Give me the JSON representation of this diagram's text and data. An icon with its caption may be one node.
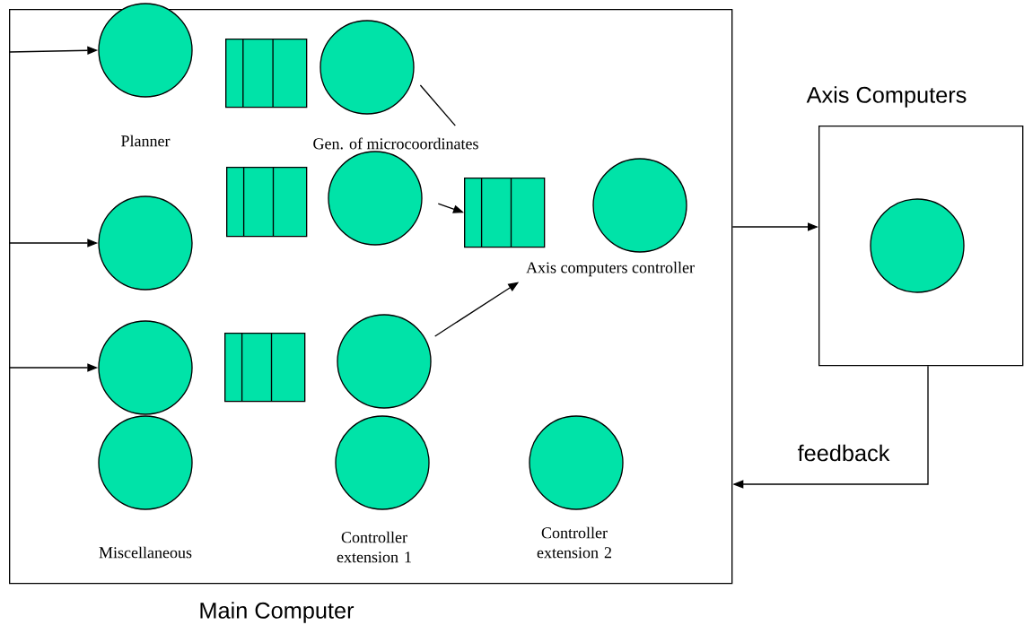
{
  "diagram": {
    "nodes": [
      {
        "text": [
          "Main Computer"
        ]
      },
      {
        "text": [
          "Axis Computers"
        ]
      },
      {
        "text": [
          "Planner"
        ],
        "in": 0
      },
      {
        "text": [],
        "shape": "box",
        "in": 0
      },
      {
        "text": [],
        "shape": "circle",
        "in": 0
      },
      {
        "text": [
          "Gen. of microcoordinates"
        ],
        "in": 0
      },
      {
        "text": [],
        "shape": "circle",
        "in": 0
      },
      {
        "text": [],
        "shape": "box",
        "in": 0
      },
      {
        "text": [],
        "shape": "circle",
        "in": 0
      },
      {
        "text": [],
        "shape": "box",
        "in": 0
      },
      {
        "text": [],
        "shape": "circle",
        "in": 0
      },
      {
        "text": [
          "Axis computers controller"
        ],
        "in": 0
      },
      {
        "text": [],
        "shape": "circle",
        "in": 0
      },
      {
        "text": [],
        "shape": "box",
        "in": 0
      },
      {
        "text": [],
        "shape": "circle",
        "in": 0
      },
      {
        "text": [
          "Miscellaneous"
        ],
        "in": 0
      },
      {
        "text": [
          "Controller extension 1"
        ],
        "in": 0
      },
      {
        "text": [
          "Controller extension 2"
        ],
        "in": 0
      },
      {
        "text": [],
        "shape": "circle",
        "in": 1
      }
    ],
    "edges": [
      {
        "from": null,
        "to": 2,
        "arrow": "to"
      },
      {
        "from": null,
        "to": 6,
        "arrow": "to"
      },
      {
        "from": null,
        "to": 12,
        "arrow": "to"
      },
      {
        "from": 4,
        "to": 5,
        "arrow": "none"
      },
      {
        "from": 8,
        "to": 9,
        "arrow": "to"
      },
      {
        "from": 14,
        "to": 11,
        "arrow": "to"
      },
      {
        "from": 0,
        "to": 1,
        "arrow": "to"
      },
      {
        "from": 1,
        "to": 0,
        "arrow": "to",
        "label": "feedback"
      }
    ]
  }
}
